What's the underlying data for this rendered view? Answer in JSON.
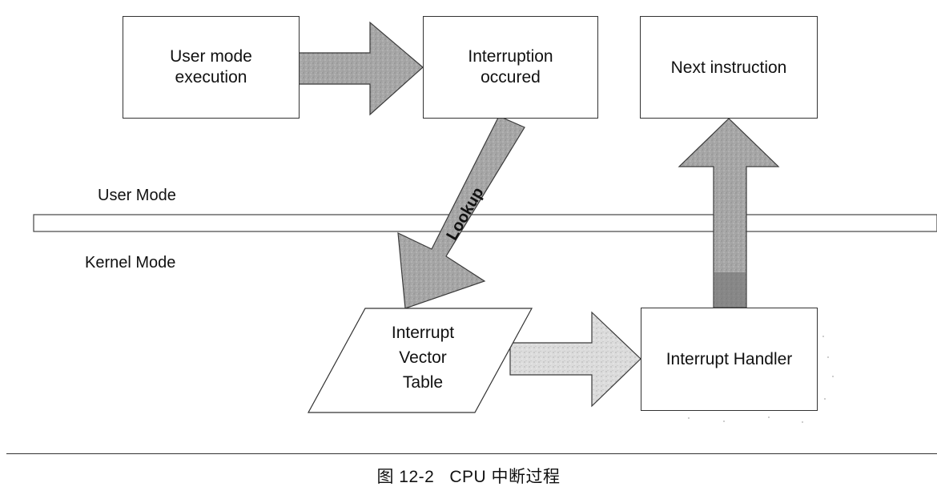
{
  "nodes": {
    "user_mode_execution": "User mode\nexecution",
    "interruption_occured": "Interruption\noccured",
    "next_instruction": "Next instruction",
    "interrupt_vector_table": "Interrupt\nVector\nTable",
    "interrupt_handler": "Interrupt Handler"
  },
  "arrows": {
    "lookup_label": "Lookup"
  },
  "zones": {
    "user_mode": "User Mode",
    "kernel_mode": "Kernel Mode"
  },
  "caption": {
    "figure_number": "图 12-2",
    "title": "CPU 中断过程"
  },
  "colors": {
    "arrow_fill": "#a8a8a8",
    "arrow_stroke": "#3a3a3a",
    "arrow_dark_band": "#6a6a6a",
    "box_border": "#333333"
  }
}
